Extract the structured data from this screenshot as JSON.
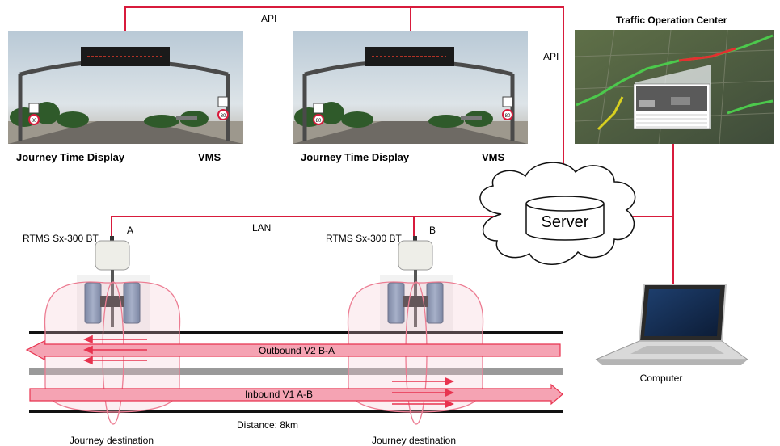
{
  "labels": {
    "api_top": "API",
    "api_side": "API",
    "lan": "LAN",
    "server": "Server",
    "toc": "Traffic Operation Center",
    "sign1_caption": "Journey Time Display",
    "sign1_vms": "VMS",
    "sign2_caption": "Journey Time Display",
    "sign2_vms": "VMS",
    "sensor_a_model": "RTMS Sx-300 BT",
    "sensor_a_id": "A",
    "sensor_b_model": "RTMS Sx-300 BT",
    "sensor_b_id": "B",
    "outbound": "Outbound V2 B-A",
    "inbound": "Inbound V1 A-B",
    "distance": "Distance: 8km",
    "dest_a": "Journey destination",
    "dest_b": "Journey destination",
    "computer": "Computer",
    "vms_speed_1": "80",
    "vms_speed_2": "80",
    "vms_speed_3": "80",
    "vms_speed_4": "80"
  },
  "colors": {
    "link_line": "#d81b3c",
    "arrow_fill": "#f5a3b3",
    "arrow_stroke": "#e8334f",
    "coverage": "#ec7c92",
    "road": "#111111",
    "median": "#9a9a9a"
  }
}
